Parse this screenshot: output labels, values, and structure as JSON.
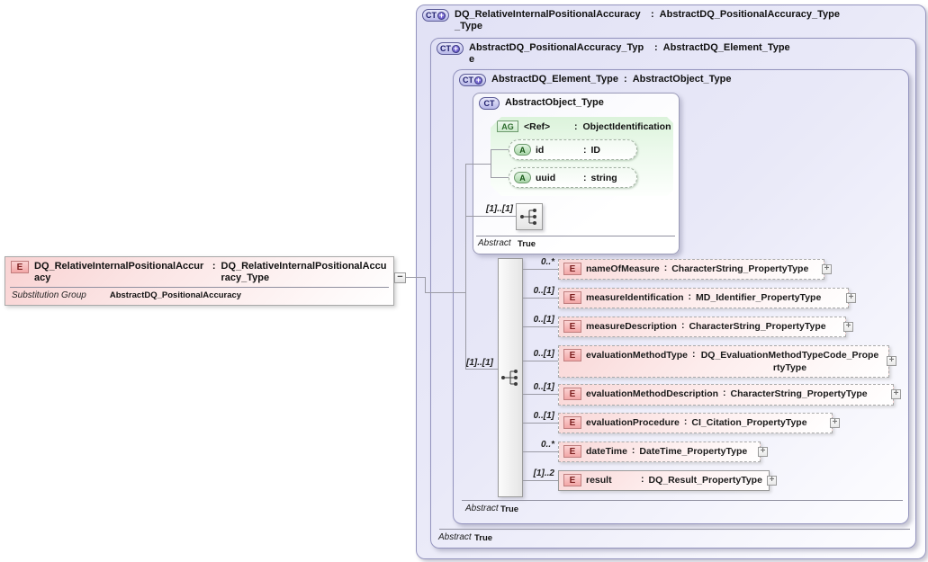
{
  "icons": {
    "expand": "+",
    "collapse": "−"
  },
  "punct": {
    "colon": ":"
  },
  "element": {
    "badge": "E",
    "name": "DQ_RelativeInternalPositionalAccuracy",
    "type": "DQ_RelativeInternalPositionalAccuracy_Type",
    "substitution_group_label": "Substitution Group",
    "substitution_group": "AbstractDQ_PositionalAccuracy"
  },
  "type_boxes": {
    "derived": {
      "badge": "CT",
      "name": "DQ_RelativeInternalPositionalAccuracy_Type",
      "base": "AbstractDQ_PositionalAccuracy_Type"
    },
    "positional_accuracy": {
      "badge": "CT",
      "name": "AbstractDQ_PositionalAccuracy_Type",
      "base": "AbstractDQ_Element_Type",
      "abstract_label": "Abstract",
      "abstract_value": "True"
    },
    "dq_element": {
      "badge": "CT",
      "name": "AbstractDQ_Element_Type",
      "base": "AbstractObject_Type",
      "abstract_label": "Abstract",
      "abstract_value": "True"
    },
    "abstract_object": {
      "badge": "CT",
      "name": "AbstractObject_Type",
      "abstract_label": "Abstract",
      "abstract_value": "True"
    }
  },
  "attribute_group": {
    "badge": "AG",
    "name": "<Ref>",
    "type": "ObjectIdentification",
    "sequence_cardinality": "[1]..[1]",
    "attributes": [
      {
        "badge": "A",
        "name": "id",
        "type": "ID"
      },
      {
        "badge": "A",
        "name": "uuid",
        "type": "string"
      }
    ]
  },
  "content_model": {
    "sequence_cardinality": "[1]..[1]",
    "elements": [
      {
        "badge": "E",
        "cardinality": "0..*",
        "name": "nameOfMeasure",
        "type": "CharacterString_PropertyType"
      },
      {
        "badge": "E",
        "cardinality": "0..[1]",
        "name": "measureIdentification",
        "type": "MD_Identifier_PropertyType"
      },
      {
        "badge": "E",
        "cardinality": "0..[1]",
        "name": "measureDescription",
        "type": "CharacterString_PropertyType"
      },
      {
        "badge": "E",
        "cardinality": "0..[1]",
        "name": "evaluationMethodType",
        "type": "DQ_EvaluationMethodTypeCode_PropertyType"
      },
      {
        "badge": "E",
        "cardinality": "0..[1]",
        "name": "evaluationMethodDescription",
        "type": "CharacterString_PropertyType"
      },
      {
        "badge": "E",
        "cardinality": "0..[1]",
        "name": "evaluationProcedure",
        "type": "CI_Citation_PropertyType"
      },
      {
        "badge": "E",
        "cardinality": "0..*",
        "name": "dateTime",
        "type": "DateTime_PropertyType"
      },
      {
        "badge": "E",
        "cardinality": "[1]..2",
        "name": "result",
        "type": "DQ_Result_PropertyType"
      }
    ]
  }
}
